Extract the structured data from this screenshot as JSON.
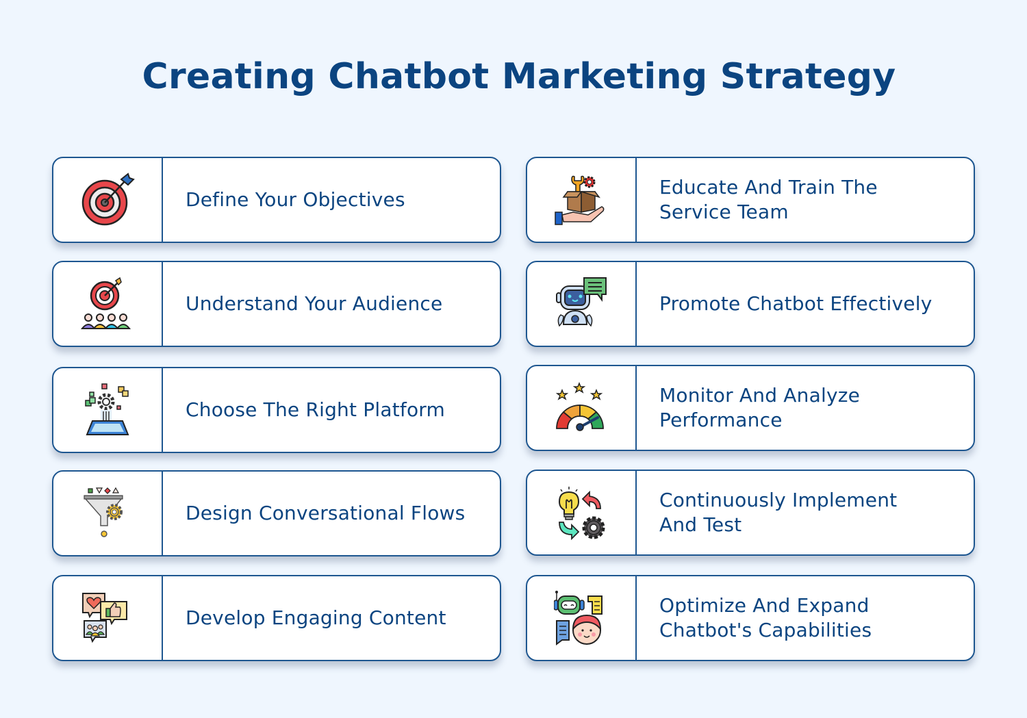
{
  "header": {
    "title": "Creating Chatbot Marketing Strategy"
  },
  "colors": {
    "title": "#0b4480",
    "card_border": "#1d5690",
    "background": "#eff6fe",
    "card_bg": "#ffffff"
  },
  "left_column": [
    {
      "label": "Define Your Objectives",
      "icon": "target-arrow-icon"
    },
    {
      "label": "Understand Your Audience",
      "icon": "target-audience-icon"
    },
    {
      "label": "Choose The Right Platform",
      "icon": "platform-gear-icon"
    },
    {
      "label": "Design Conversational Flows",
      "icon": "funnel-gear-icon"
    },
    {
      "label": "Develop Engaging Content",
      "icon": "social-engagement-icon"
    }
  ],
  "right_column": [
    {
      "label": "Educate And Train The\nService Team",
      "icon": "hand-box-tools-icon"
    },
    {
      "label": "Promote Chatbot Effectively",
      "icon": "robot-chat-icon"
    },
    {
      "label": "Monitor And Analyze\nPerformance",
      "icon": "gauge-stars-icon"
    },
    {
      "label": "Continuously Implement\nAnd Test",
      "icon": "idea-cycle-gear-icon"
    },
    {
      "label": "Optimize And Expand\nChatbot's Capabilities",
      "icon": "robot-user-chat-icon"
    }
  ]
}
